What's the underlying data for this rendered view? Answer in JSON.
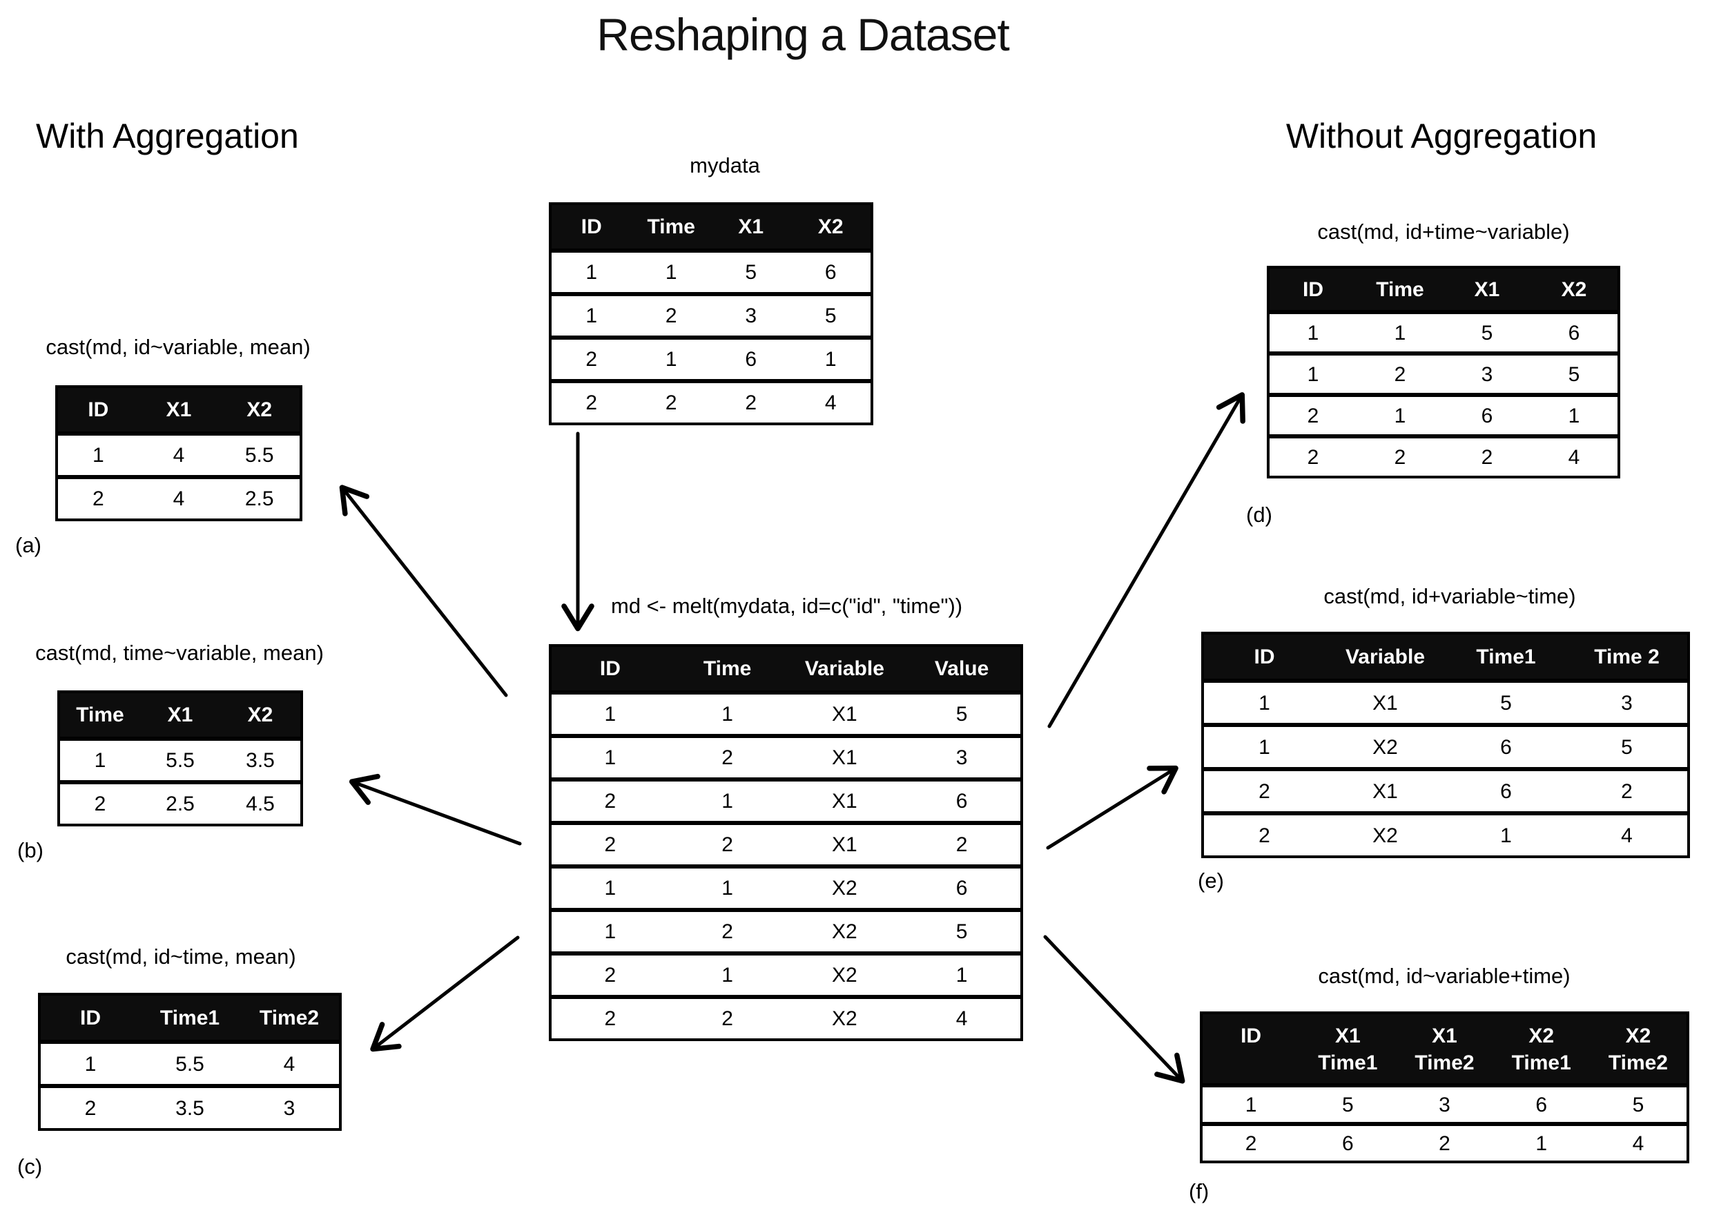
{
  "title": "Reshaping a Dataset",
  "sections": {
    "left": "With Aggregation",
    "right": "Without Aggregation"
  },
  "center": {
    "source_label": "mydata",
    "melt_code": "md <- melt(mydata, id=c(\"id\", \"time\"))",
    "source_table": {
      "headers": [
        "ID",
        "Time",
        "X1",
        "X2"
      ],
      "rows": [
        [
          "1",
          "1",
          "5",
          "6"
        ],
        [
          "1",
          "2",
          "3",
          "5"
        ],
        [
          "2",
          "1",
          "6",
          "1"
        ],
        [
          "2",
          "2",
          "2",
          "4"
        ]
      ]
    },
    "melted_table": {
      "headers": [
        "ID",
        "Time",
        "Variable",
        "Value"
      ],
      "rows": [
        [
          "1",
          "1",
          "X1",
          "5"
        ],
        [
          "1",
          "2",
          "X1",
          "3"
        ],
        [
          "2",
          "1",
          "X1",
          "6"
        ],
        [
          "2",
          "2",
          "X1",
          "2"
        ],
        [
          "1",
          "1",
          "X2",
          "6"
        ],
        [
          "1",
          "2",
          "X2",
          "5"
        ],
        [
          "2",
          "1",
          "X2",
          "1"
        ],
        [
          "2",
          "2",
          "X2",
          "4"
        ]
      ]
    }
  },
  "results": [
    {
      "id": "a",
      "label": "(a)",
      "caption": "cast(md, id~variable, mean)",
      "table": {
        "headers": [
          "ID",
          "X1",
          "X2"
        ],
        "rows": [
          [
            "1",
            "4",
            "5.5"
          ],
          [
            "2",
            "4",
            "2.5"
          ]
        ]
      }
    },
    {
      "id": "b",
      "label": "(b)",
      "caption": "cast(md, time~variable, mean)",
      "table": {
        "headers": [
          "Time",
          "X1",
          "X2"
        ],
        "rows": [
          [
            "1",
            "5.5",
            "3.5"
          ],
          [
            "2",
            "2.5",
            "4.5"
          ]
        ]
      }
    },
    {
      "id": "c",
      "label": "(c)",
      "caption": "cast(md, id~time, mean)",
      "table": {
        "headers": [
          "ID",
          "Time1",
          "Time2"
        ],
        "rows": [
          [
            "1",
            "5.5",
            "4"
          ],
          [
            "2",
            "3.5",
            "3"
          ]
        ]
      }
    },
    {
      "id": "d",
      "label": "(d)",
      "caption": "cast(md, id+time~variable)",
      "table": {
        "headers": [
          "ID",
          "Time",
          "X1",
          "X2"
        ],
        "rows": [
          [
            "1",
            "1",
            "5",
            "6"
          ],
          [
            "1",
            "2",
            "3",
            "5"
          ],
          [
            "2",
            "1",
            "6",
            "1"
          ],
          [
            "2",
            "2",
            "2",
            "4"
          ]
        ]
      }
    },
    {
      "id": "e",
      "label": "(e)",
      "caption": "cast(md, id+variable~time)",
      "table": {
        "headers": [
          "ID",
          "Variable",
          "Time1",
          "Time 2"
        ],
        "rows": [
          [
            "1",
            "X1",
            "5",
            "3"
          ],
          [
            "1",
            "X2",
            "6",
            "5"
          ],
          [
            "2",
            "X1",
            "6",
            "2"
          ],
          [
            "2",
            "X2",
            "1",
            "4"
          ]
        ]
      }
    },
    {
      "id": "f",
      "label": "(f)",
      "caption": "cast(md, id~variable+time)",
      "table": {
        "headers": [
          "ID",
          "X1\nTime1",
          "X1\nTime2",
          "X2\nTime1",
          "X2\nTime2"
        ],
        "rows": [
          [
            "1",
            "5",
            "3",
            "6",
            "5"
          ],
          [
            "2",
            "6",
            "2",
            "1",
            "4"
          ]
        ]
      }
    }
  ],
  "colors": {
    "header_bg": "#0d0d0d",
    "header_text": "#ffffff",
    "body_text": "#000000",
    "background": "#ffffff"
  }
}
